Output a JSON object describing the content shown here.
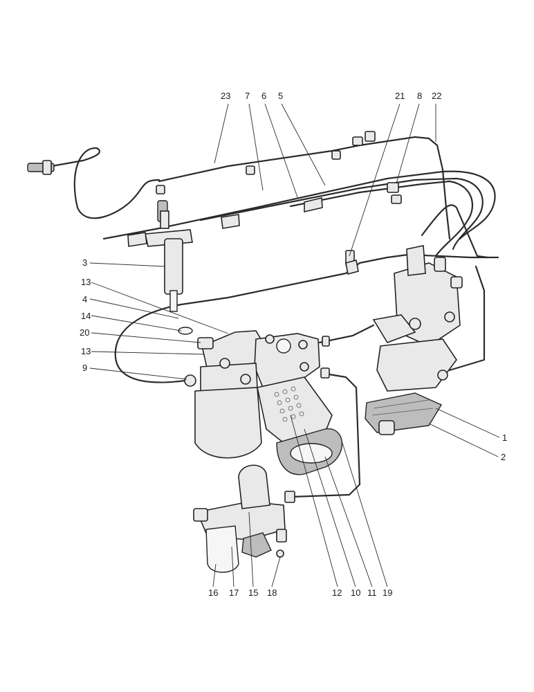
{
  "callouts": {
    "n1": "1",
    "n2": "2",
    "n3": "3",
    "n4": "4",
    "n5": "5",
    "n6": "6",
    "n7": "7",
    "n8": "8",
    "n9": "9",
    "n10": "10",
    "n11": "11",
    "n12": "12",
    "n13a": "13",
    "n13b": "13",
    "n14": "14",
    "n15": "15",
    "n16": "16",
    "n17": "17",
    "n18": "18",
    "n19": "19",
    "n20": "20",
    "n21": "21",
    "n22": "22",
    "n23": "23"
  }
}
